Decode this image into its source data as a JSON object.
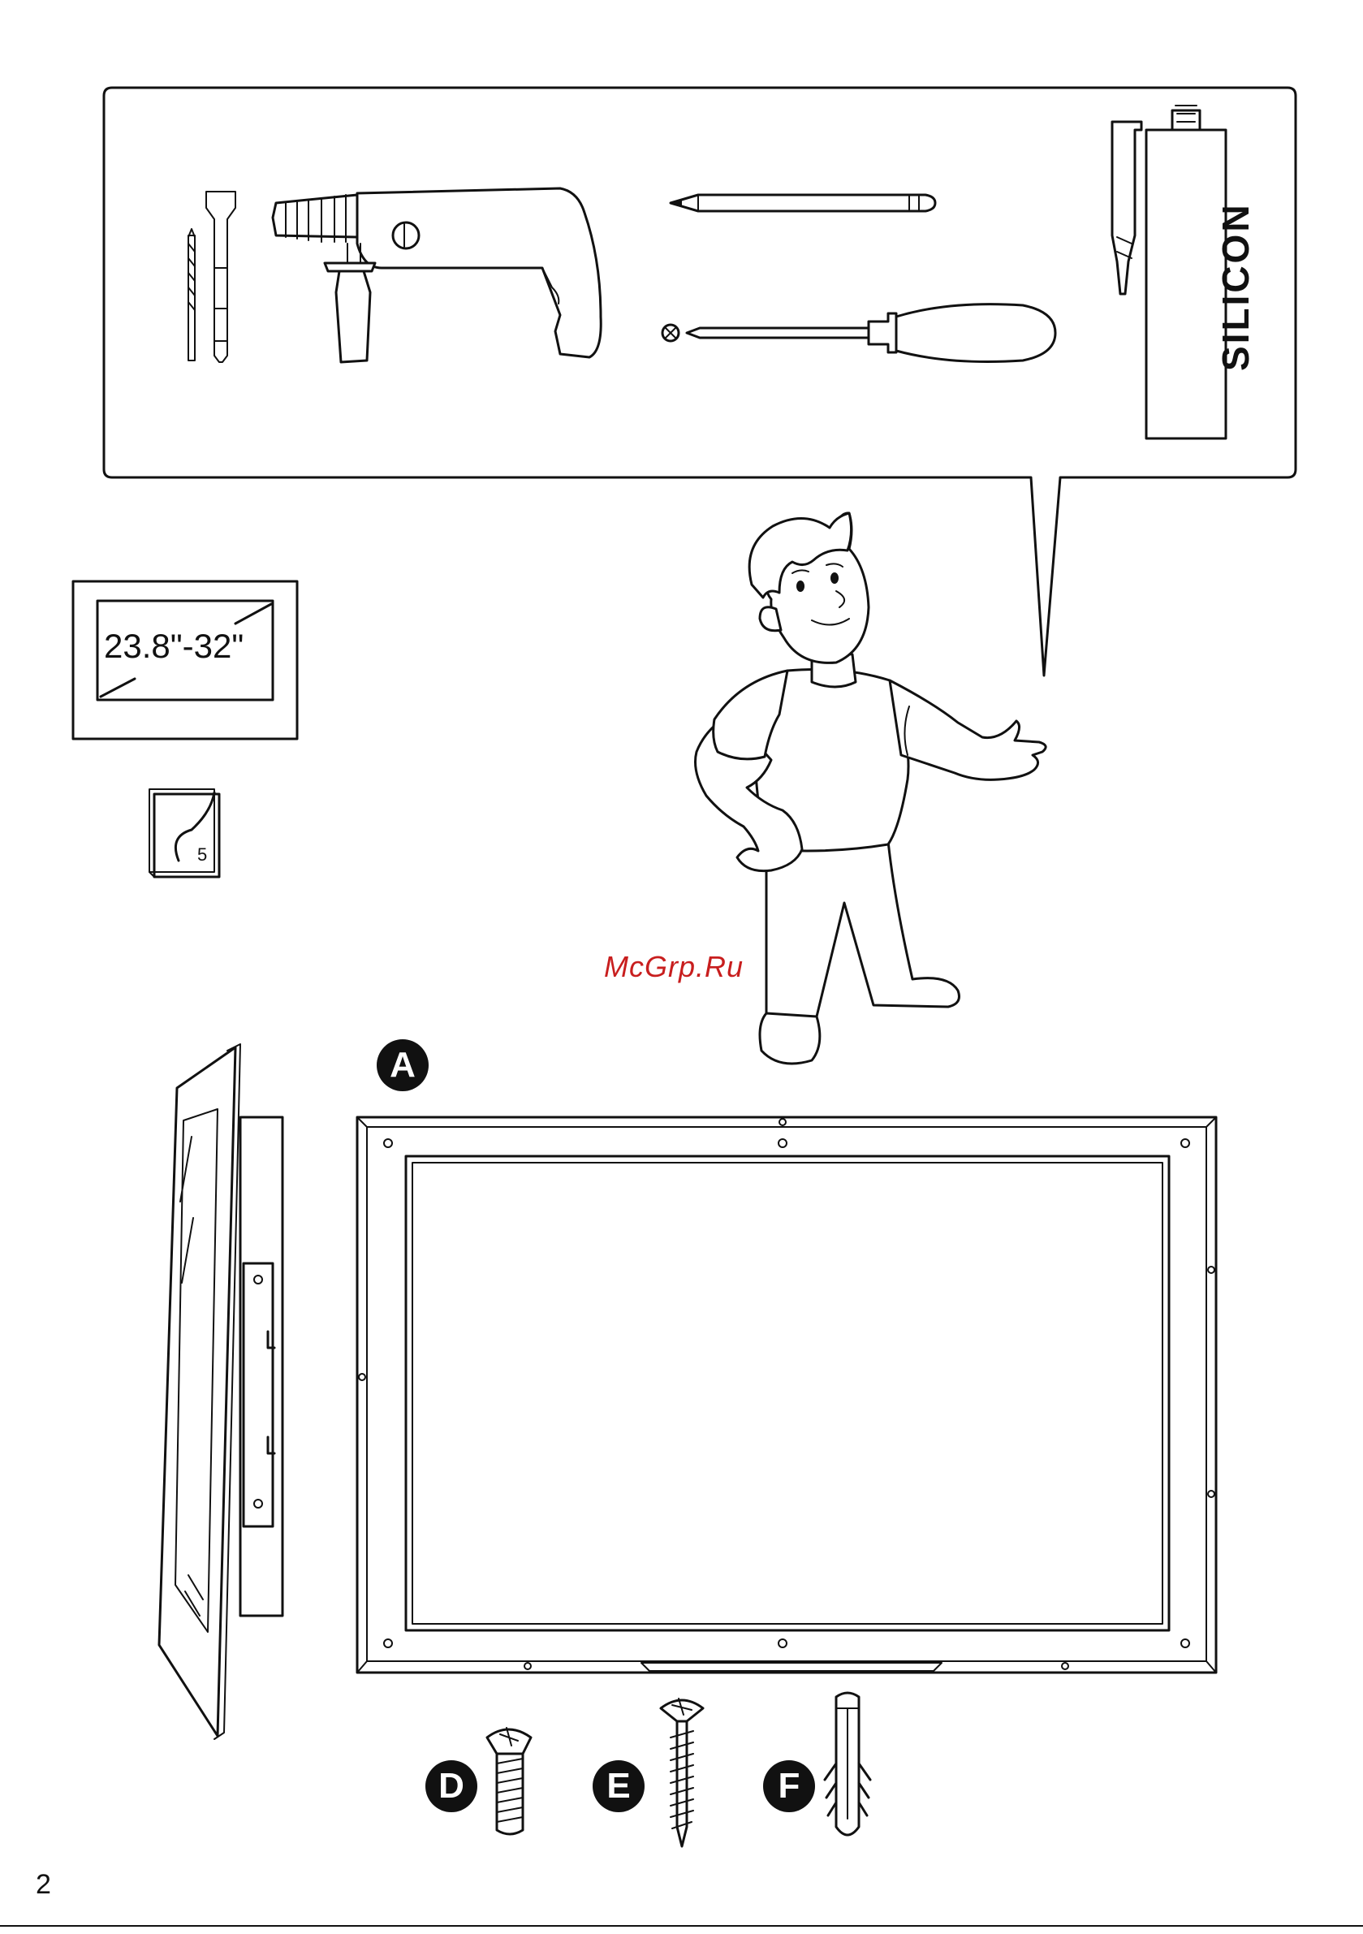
{
  "tools_panel": {
    "items": [
      "drill-bit-icon",
      "chisel-bit-icon",
      "hammer-drill-icon",
      "pencil-icon",
      "screwdriver-icon",
      "silicone-cartridge-icon"
    ],
    "silicone_label": "SILICON"
  },
  "screen_size": {
    "label": "23.8\"-32\""
  },
  "page_reference": {
    "number": "5"
  },
  "watermark": "McGrp.Ru",
  "parts": {
    "a": {
      "letter": "A"
    },
    "d": {
      "letter": "D"
    },
    "e": {
      "letter": "E"
    },
    "f": {
      "letter": "F"
    }
  },
  "page_number": "2"
}
